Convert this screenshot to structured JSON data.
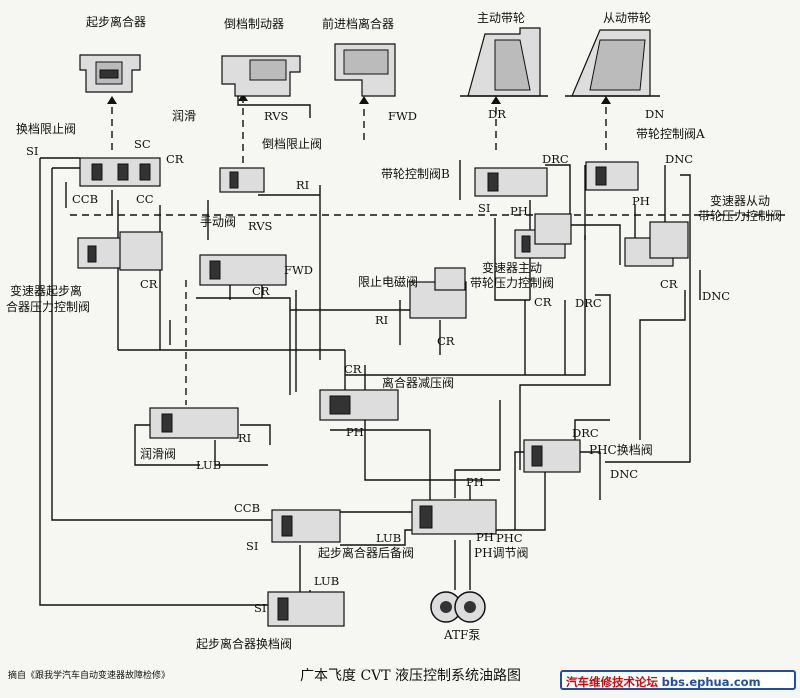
{
  "title": "广本飞度 CVT 液压控制系统油路图",
  "source_note": "摘自《跟我学汽车自动变速器故障检修》",
  "watermark": {
    "forum": "汽车维修技术论坛",
    "url": "bbs.ephua.com"
  },
  "components": {
    "start_clutch": "起步离合器",
    "reverse_brake": "倒档制动器",
    "forward_clutch": "前进档离合器",
    "drive_pulley": "主动带轮",
    "driven_pulley": "从动带轮",
    "shift_inhibitor_valve": "换档限止阀",
    "lube": "润滑",
    "reverse_inhibitor_valve": "倒档限止阀",
    "pulley_control_valve_b": "带轮控制阀B",
    "pulley_control_valve_a": "带轮控制阀A",
    "driven_pressure_valve": [
      "变速器从动",
      "带轮压力控制阀"
    ],
    "manual_valve": "手动阀",
    "start_clutch_pressure_valve": [
      "变速器起步离",
      "合器压力控制阀"
    ],
    "inhibitor_solenoid": "限止电磁阀",
    "drive_pressure_valve": [
      "变速器主动",
      "带轮压力控制阀"
    ],
    "clutch_reducing_valve": "离合器减压阀",
    "lube_valve": "润滑阀",
    "phc_shift_valve": "PHC换档阀",
    "start_clutch_backup_valve": "起步离合器后备阀",
    "ph_regulator_valve": "PH调节阀",
    "atf_pump": "ATF泵",
    "start_clutch_shift_valve": "起步离合器换档阀"
  },
  "ports": {
    "si": "SI",
    "sc": "SC",
    "cr": "CR",
    "ccb": "CCB",
    "cc": "CC",
    "rvs": "RVS",
    "ri": "RI",
    "fwd": "FWD",
    "dr": "DR",
    "dn": "DN",
    "drc": "DRC",
    "dnc": "DNC",
    "ph": "PH",
    "lub": "LUB",
    "phc": "PHC"
  },
  "colors": {
    "line": "#111111",
    "background": "#f6f6f2",
    "watermark_red": "#c01010",
    "watermark_blue": "#1f4f9e"
  }
}
